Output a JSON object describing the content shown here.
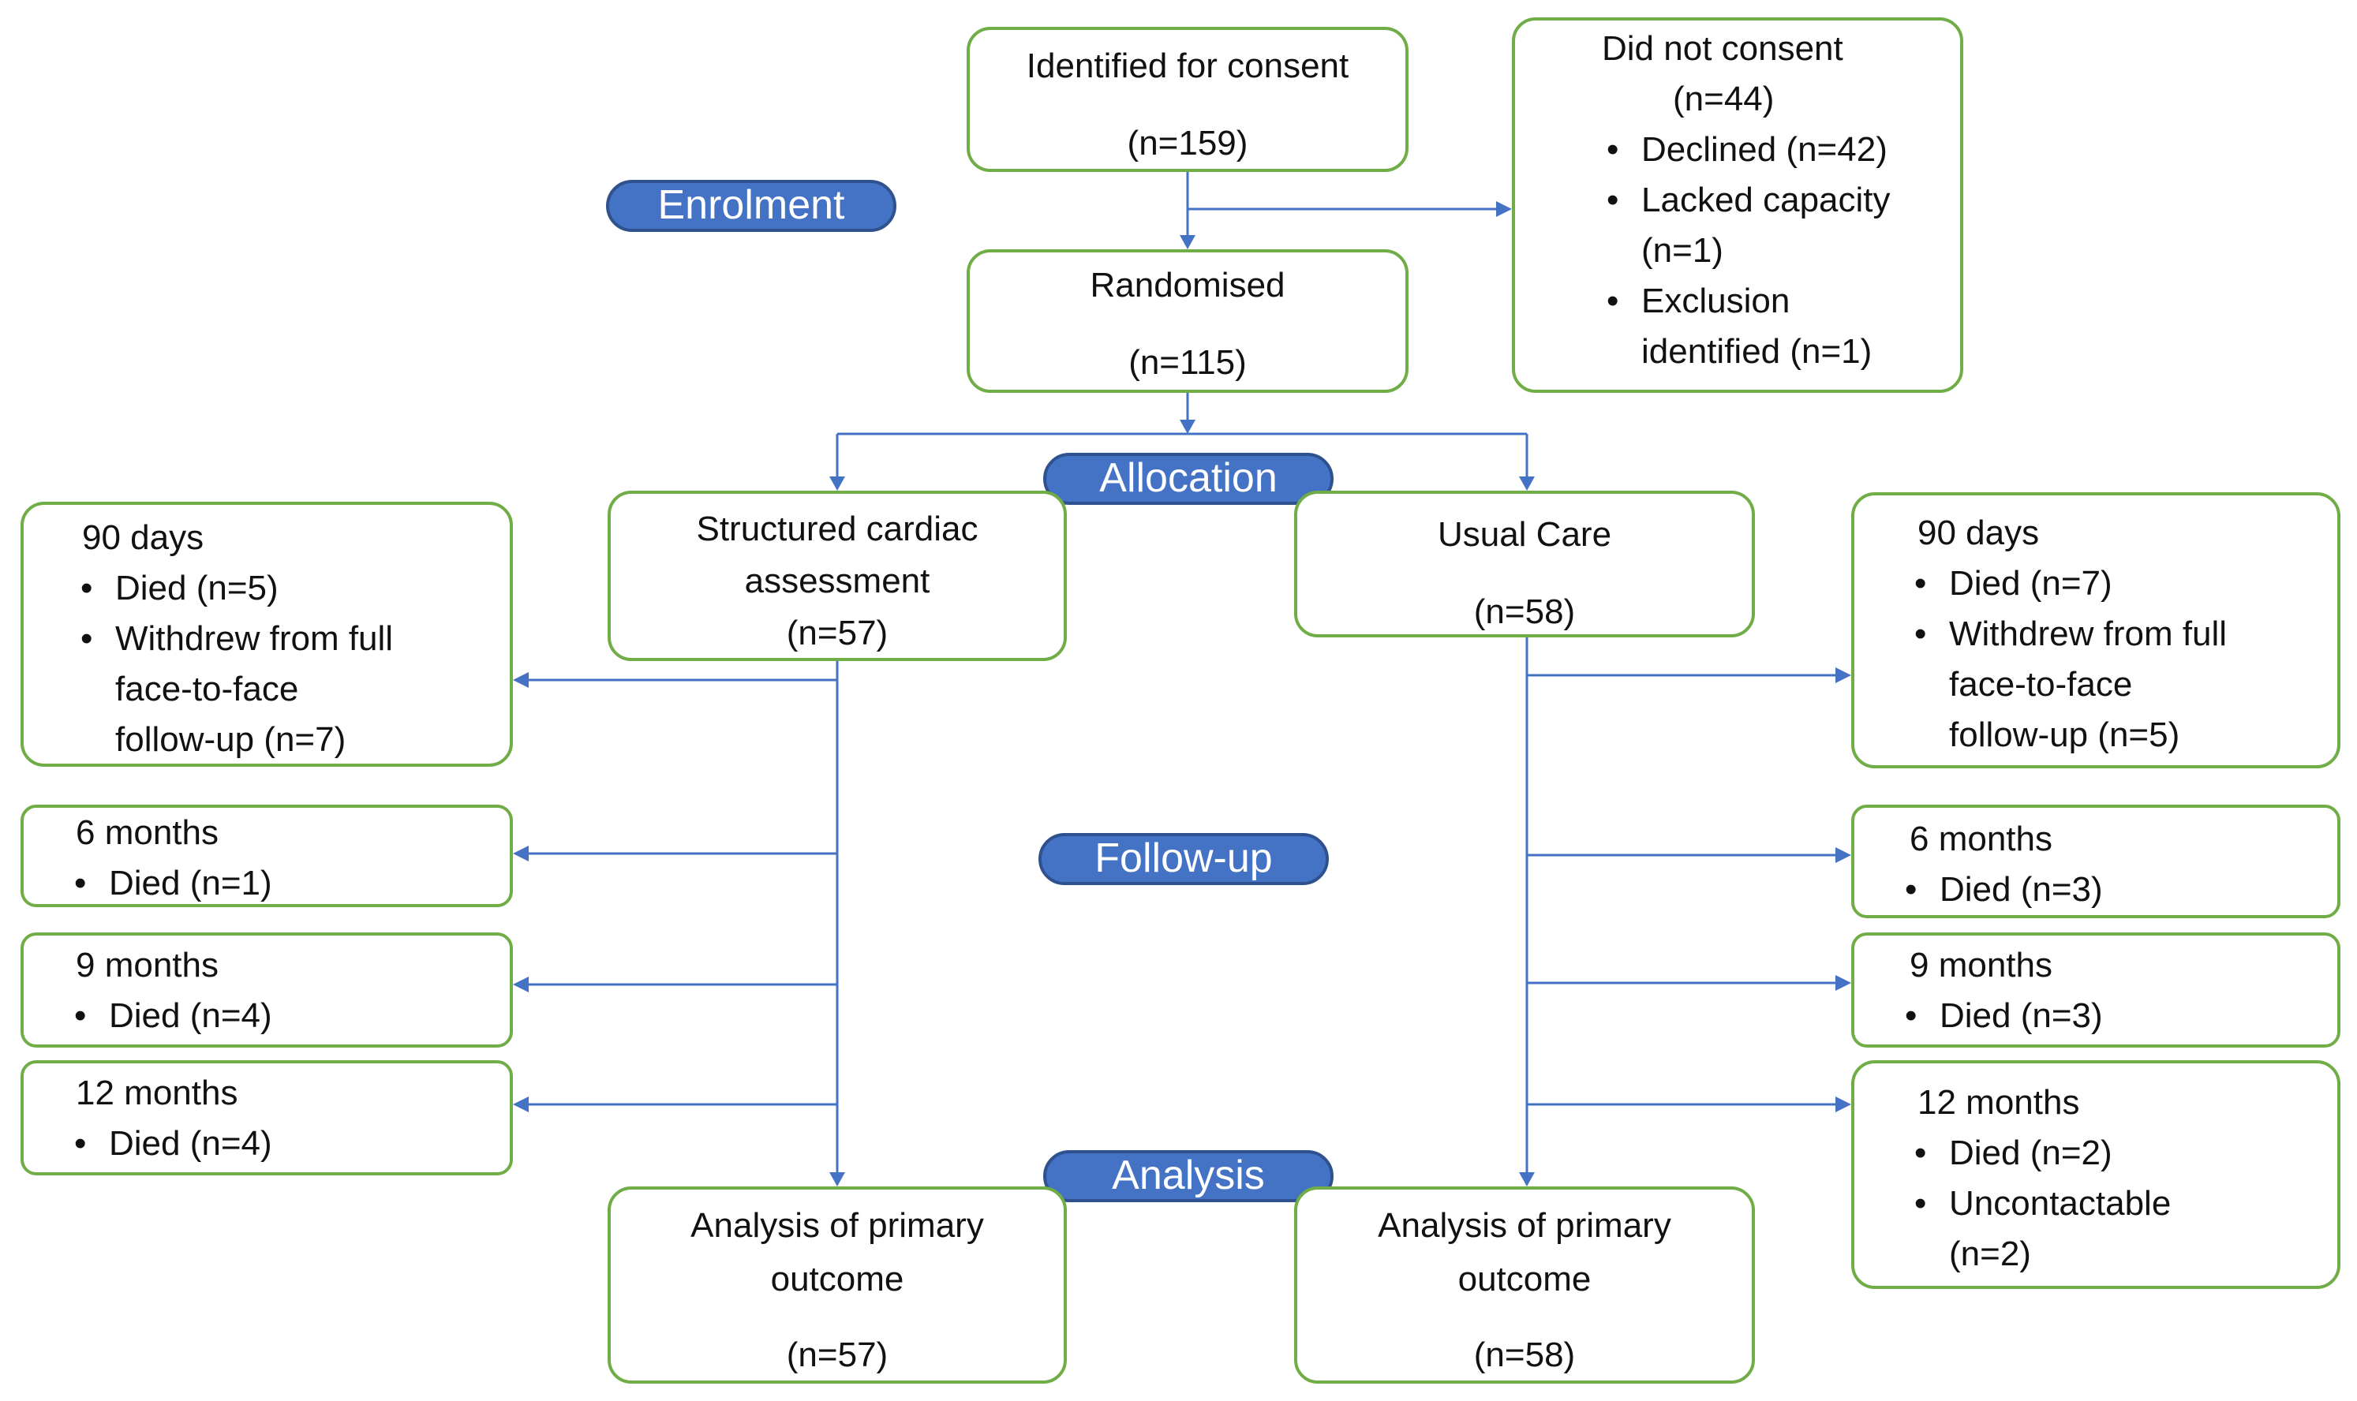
{
  "stages": {
    "enrolment": "Enrolment",
    "allocation": "Allocation",
    "followup": "Follow-up",
    "analysis": "Analysis"
  },
  "identified": {
    "title": "Identified for consent",
    "count": "(n=159)"
  },
  "not_consent": {
    "title": "Did not consent",
    "count": "(n=44)",
    "bullets": [
      {
        "l1": "Declined (n=42)",
        "l2": ""
      },
      {
        "l1": "Lacked capacity",
        "l2": "(n=1)"
      },
      {
        "l1": "Exclusion",
        "l2": "identified (n=1)"
      }
    ]
  },
  "randomised": {
    "title": "Randomised",
    "count": "(n=115)"
  },
  "arm_structured": {
    "l1": "Structured cardiac",
    "l2": "assessment",
    "count": "(n=57)"
  },
  "arm_usual": {
    "title": "Usual Care",
    "count": "(n=58)"
  },
  "left_followup": {
    "d90": {
      "title": "90 days",
      "b1": "Died (n=5)",
      "b2_l1": "Withdrew from full",
      "b2_l2": "face-to-face",
      "b2_l3": "follow-up (n=7)"
    },
    "m6": {
      "title": "6 months",
      "b1": "Died (n=1)"
    },
    "m9": {
      "title": "9 months",
      "b1": "Died (n=4)"
    },
    "m12": {
      "title": "12 months",
      "b1": "Died (n=4)"
    }
  },
  "right_followup": {
    "d90": {
      "title": "90 days",
      "b1": "Died (n=7)",
      "b2_l1": "Withdrew from full",
      "b2_l2": "face-to-face",
      "b2_l3": "follow-up (n=5)"
    },
    "m6": {
      "title": "6 months",
      "b1": "Died (n=3)"
    },
    "m9": {
      "title": "9 months",
      "b1": "Died (n=3)"
    },
    "m12": {
      "title": "12 months",
      "b1": "Died (n=2)",
      "b2_l1": "Uncontactable",
      "b2_l2": "(n=2)"
    }
  },
  "analysis_left": {
    "l1": "Analysis of primary",
    "l2": "outcome",
    "count": "(n=57)"
  },
  "analysis_right": {
    "l1": "Analysis of primary",
    "l2": "outcome",
    "count": "(n=58)"
  },
  "bullet_char": "•",
  "colors": {
    "box_border": "#70ad47",
    "connector": "#4472c4",
    "pill_fill": "#4472c4",
    "pill_border": "#2f528f"
  }
}
